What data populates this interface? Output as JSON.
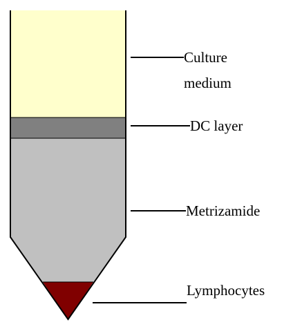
{
  "diagram": {
    "labels": {
      "culture_medium_line1": "Culture",
      "culture_medium_line2": "medium",
      "dc_layer": "DC layer",
      "metrizamide": "Metrizamide",
      "lymphocytes": "Lymphocytes"
    },
    "colors": {
      "culture_medium": "#FFFFCC",
      "dc_layer": "#808080",
      "metrizamide": "#C0C0C0",
      "lymphocytes": "#800000",
      "outline": "#000000"
    }
  }
}
